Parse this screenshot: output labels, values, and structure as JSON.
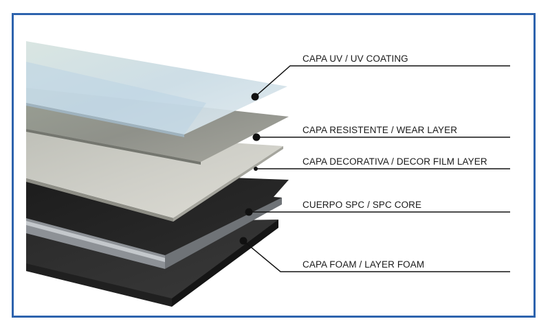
{
  "diagram": {
    "border_color": "#2d63ad",
    "layers": [
      {
        "id": "uv",
        "label": "CAPA UV / UV COATING"
      },
      {
        "id": "wear",
        "label": "CAPA RESISTENTE / WEAR LAYER"
      },
      {
        "id": "decor",
        "label": "CAPA DECORATIVA / DECOR FILM LAYER"
      },
      {
        "id": "spc",
        "label": "CUERPO SPC / SPC CORE"
      },
      {
        "id": "foam",
        "label": "CAPA FOAM / LAYER FOAM"
      }
    ]
  }
}
